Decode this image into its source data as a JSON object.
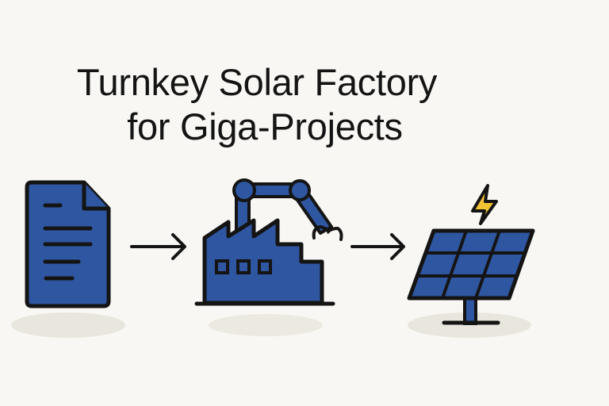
{
  "title": {
    "line1": "Turnkey Solar Factory",
    "line2": "for Giga-Projects"
  },
  "flow": {
    "steps": [
      {
        "icon": "document-icon",
        "label": "Document / Plan"
      },
      {
        "icon": "factory-robot-arm-icon",
        "label": "Factory with robotic arm"
      },
      {
        "icon": "solar-panel-icon",
        "label": "Solar panel with lightning bolt"
      }
    ],
    "arrows": [
      "arrow-right-icon",
      "arrow-right-icon"
    ]
  },
  "colors": {
    "background": "#f8f7f3",
    "primary_blue": "#2f56a0",
    "outline": "#141414",
    "bolt_yellow": "#f2c434",
    "shadow": "#e9e6dd"
  }
}
